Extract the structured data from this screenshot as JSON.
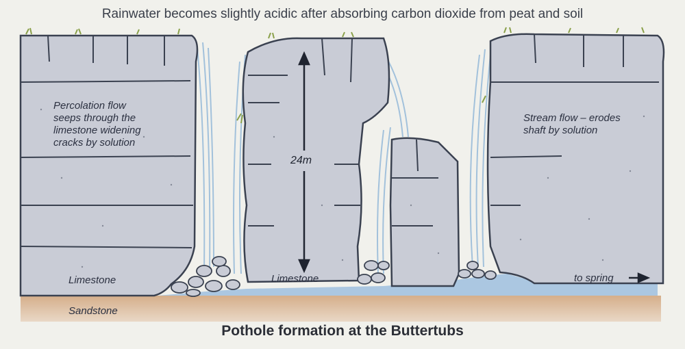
{
  "diagram": {
    "top_caption": "Rainwater becomes slightly acidic after absorbing carbon dioxide from peat and soil",
    "percolation_note": [
      "Percolation flow",
      "seeps through the",
      "limestone widening",
      "cracks by solution"
    ],
    "height_label": "24m",
    "stream_note": [
      "Stream flow – erodes",
      "shaft by solution"
    ],
    "limestone_label_left": "Limestone",
    "limestone_label_center": "Limestone",
    "to_spring_label": "to spring",
    "sandstone_label": "Sandstone",
    "bottom_title": "Pothole formation at the Buttertubs"
  },
  "colors": {
    "background": "#f1f1ec",
    "rock_fill": "#c9ccd6",
    "rock_outline": "#3a4150",
    "water": "#8fb6d8",
    "sandstone": "#c9a07c",
    "vegetation": "#8aa04a"
  }
}
